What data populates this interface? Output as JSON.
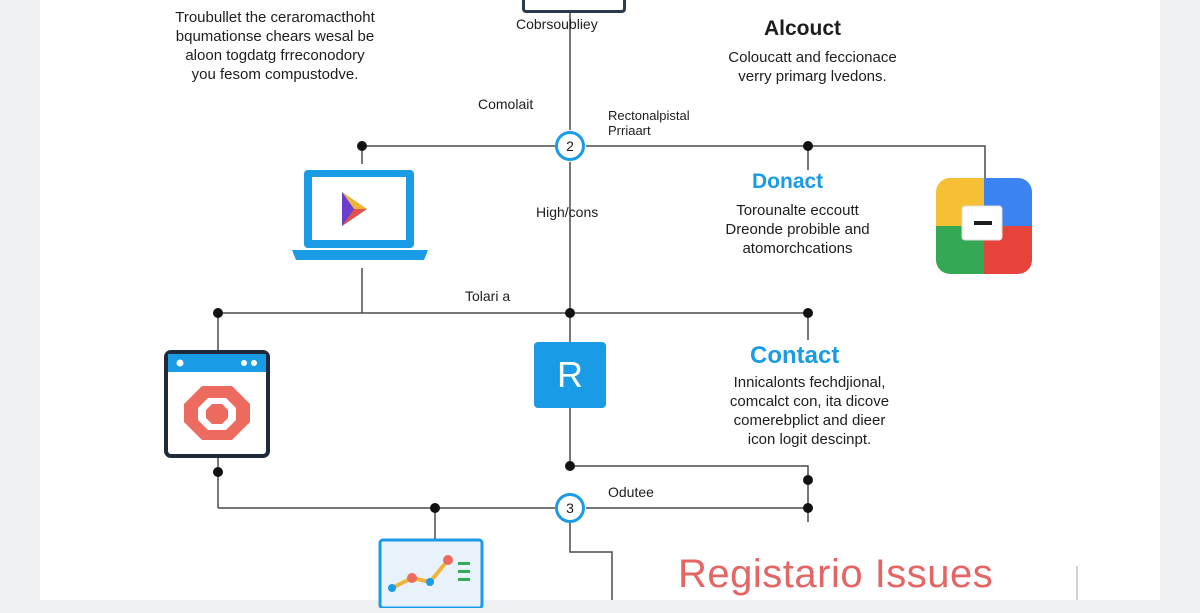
{
  "title": "Registario Issues",
  "top_left_text": [
    "Troubullet the ceraromacthoht",
    "bqumationse chears wesal be",
    "aloon togdatg frreconodory",
    "you fesom compustodve."
  ],
  "top_center_label": "Cobrsoubliey",
  "about": {
    "heading": "Alcouct",
    "lines": [
      "Coloucatt and feccionace",
      "verry primarg lvedons."
    ]
  },
  "labels": {
    "comolait": "Comolait",
    "rectonal": [
      "Rectonalpistal",
      "Prriaart"
    ],
    "high": "High/cons",
    "tolari": "Tolari a",
    "odutee": "Odutee"
  },
  "steps": [
    "2",
    "3"
  ],
  "donact": {
    "heading": "Donact",
    "lines": [
      "Torounalte eccoutt",
      "Dreonde probible and",
      "atomorchcations"
    ]
  },
  "contact": {
    "heading": "Contact",
    "lines": [
      "Innicalonts fechdjional,",
      "comcalct con, ita dicove",
      "comerebplict and dieer",
      "icon logit descinpt."
    ]
  },
  "r_icon_letter": "R",
  "colors": {
    "accent_blue": "#1a9be6",
    "title_red": "#e56565",
    "line": "#4a4a4a",
    "node": "#111111"
  },
  "icons": [
    "laptop-play-icon",
    "google-folder-icon",
    "browser-window-icon",
    "r-app-icon",
    "line-chart-icon"
  ]
}
